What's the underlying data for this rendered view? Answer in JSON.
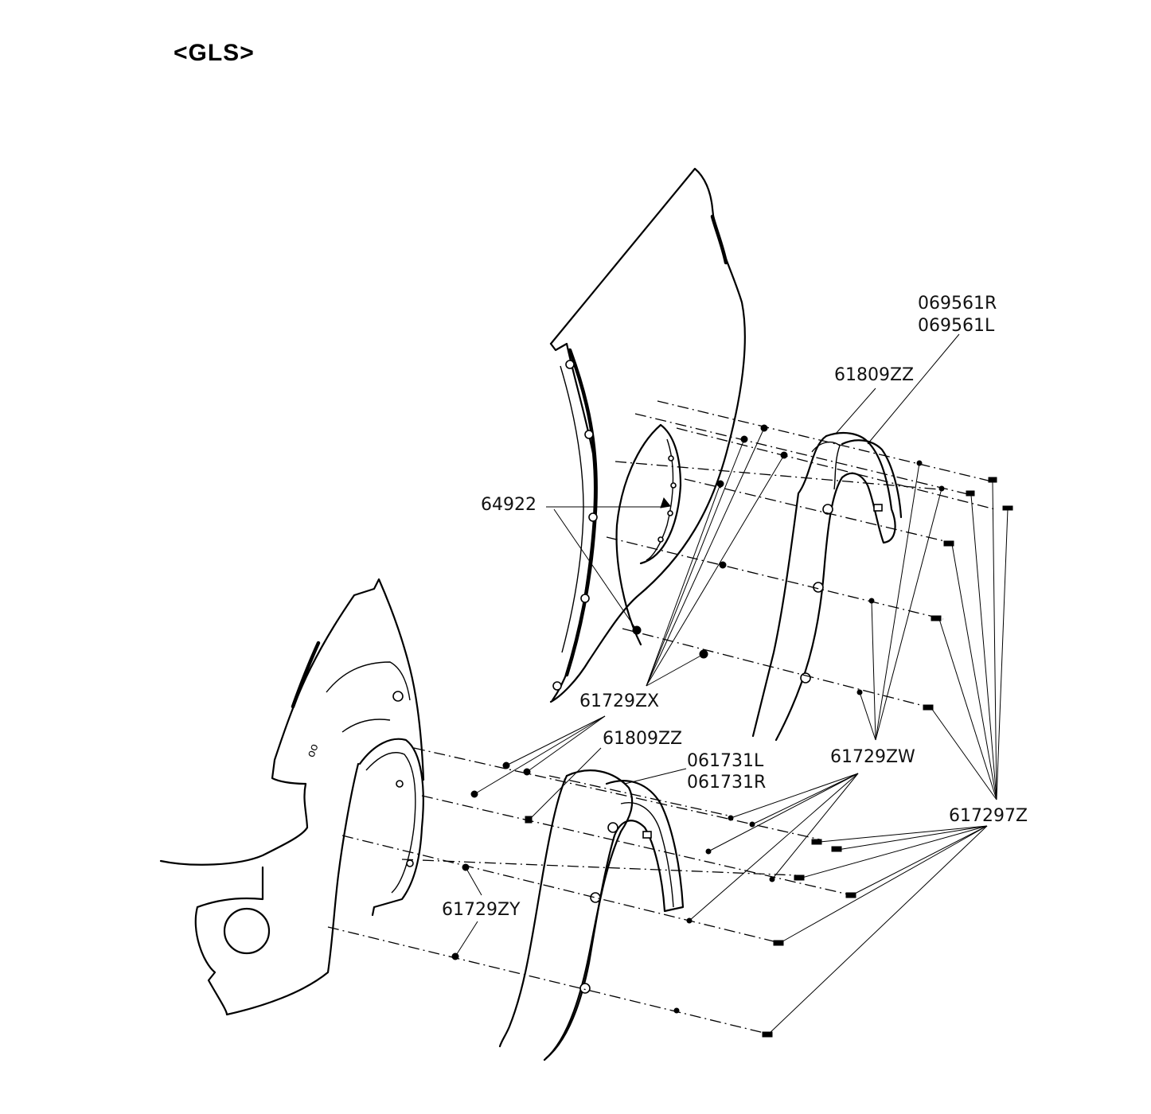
{
  "heading": "<GLS>",
  "labels": {
    "p069561R": "069561R",
    "p069561L": "069561L",
    "p61809ZZ_top": "61809ZZ",
    "p64922": "64922",
    "p61729ZX": "61729ZX",
    "p61809ZZ_low": "61809ZZ",
    "p061731L": "061731L",
    "p061731R": "061731R",
    "p61729ZW": "61729ZW",
    "p617297Z": "617297Z",
    "p61729ZY": "61729ZY"
  }
}
